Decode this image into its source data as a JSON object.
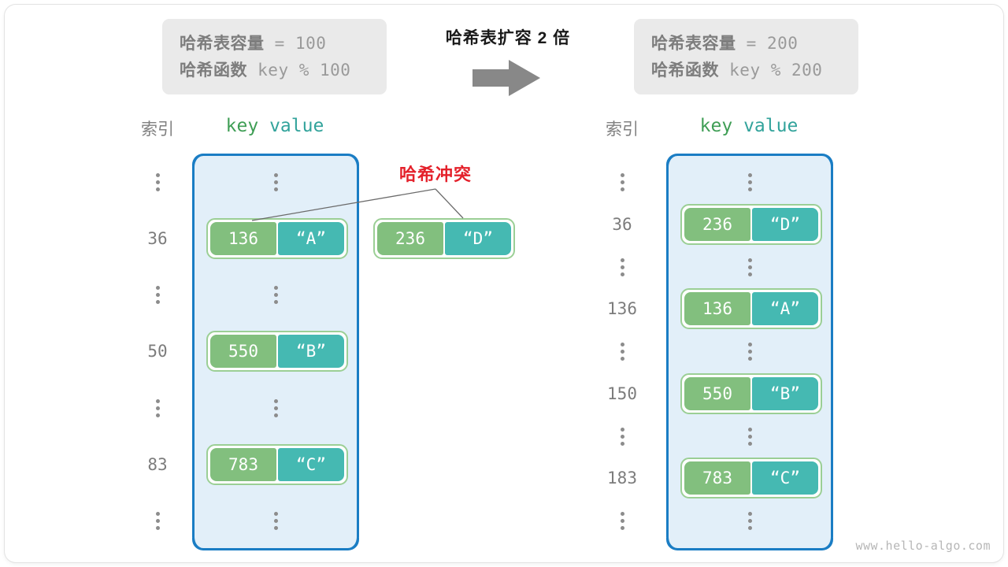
{
  "header": {
    "center_title": "哈希表扩容 2 倍",
    "arrow_icon": "right-arrow-icon"
  },
  "info_left": {
    "line1_label": "哈希表容量",
    "line1_value": "= 100",
    "line2_label": "哈希函数",
    "line2_value": "key % 100"
  },
  "info_right": {
    "line1_label": "哈希表容量",
    "line1_value": "= 200",
    "line2_label": "哈希函数",
    "line2_value": "key % 200"
  },
  "column_headers": {
    "index": "索引",
    "key": "key",
    "value": "value"
  },
  "collision": {
    "label": "哈希冲突"
  },
  "left_table": {
    "rows": [
      {
        "index": "⋮",
        "kind": "ellipsis"
      },
      {
        "index": "36",
        "kind": "pair",
        "key": "136",
        "value": "“A”"
      },
      {
        "index": "⋮",
        "kind": "ellipsis"
      },
      {
        "index": "50",
        "kind": "pair",
        "key": "550",
        "value": "“B”"
      },
      {
        "index": "⋮",
        "kind": "ellipsis"
      },
      {
        "index": "83",
        "kind": "pair",
        "key": "783",
        "value": "“C”"
      },
      {
        "index": "⋮",
        "kind": "ellipsis"
      }
    ],
    "detached_pair": {
      "key": "236",
      "value": "“D”"
    }
  },
  "right_table": {
    "rows": [
      {
        "index": "⋮",
        "kind": "ellipsis"
      },
      {
        "index": "36",
        "kind": "pair",
        "key": "236",
        "value": "“D”"
      },
      {
        "index": "⋮",
        "kind": "ellipsis"
      },
      {
        "index": "136",
        "kind": "pair",
        "key": "136",
        "value": "“A”"
      },
      {
        "index": "⋮",
        "kind": "ellipsis"
      },
      {
        "index": "150",
        "kind": "pair",
        "key": "550",
        "value": "“B”"
      },
      {
        "index": "⋮",
        "kind": "ellipsis"
      },
      {
        "index": "183",
        "kind": "pair",
        "key": "783",
        "value": "“C”"
      },
      {
        "index": "⋮",
        "kind": "ellipsis"
      }
    ]
  },
  "watermark": "www.hello-algo.com",
  "colors": {
    "key_fill": "#82bf7e",
    "value_fill": "#45b9b2",
    "pair_border": "#9bcf95",
    "bucket_fill": "#e2eff9",
    "bucket_border": "#1a7dc4",
    "collision_red": "#e4212b",
    "infobox_bg": "#eaeaea"
  }
}
